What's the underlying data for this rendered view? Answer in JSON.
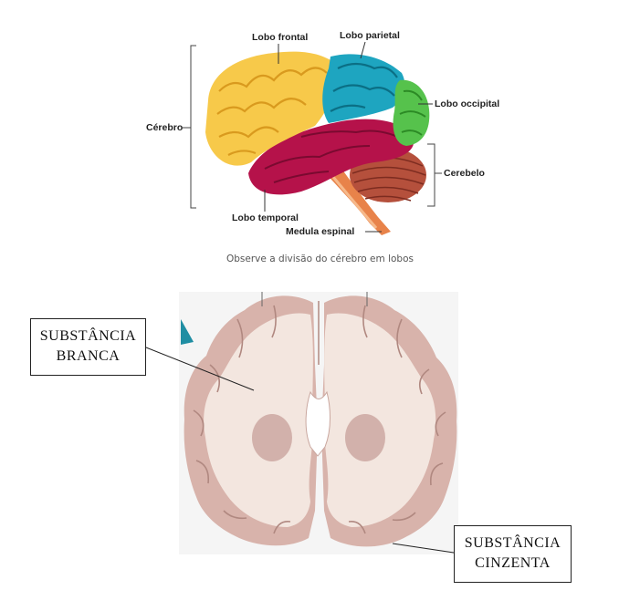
{
  "lobes_figure": {
    "labels": {
      "frontal": "Lobo frontal",
      "parietal": "Lobo parietal",
      "occipital": "Lobo occipital",
      "cerebro": "Cérebro",
      "cerebelo": "Cerebelo",
      "temporal": "Lobo temporal",
      "medula": "Medula espinal"
    },
    "colors": {
      "frontal": "#f7c94a",
      "parietal": "#1ea5c0",
      "occipital": "#56c24c",
      "temporal": "#b5124a",
      "cerebelo": "#b5503c",
      "medula": "#e8834a"
    },
    "caption": "Observe a divisão do cérebro em lobos"
  },
  "section_figure": {
    "white_matter_label": [
      "SUBSTÂNCIA",
      "BRANCA"
    ],
    "gray_matter_label": [
      "SUBSTÂNCIA",
      "CINZENTA"
    ],
    "colors": {
      "gray_matter": "#d8b3ab",
      "white_matter": "#f3e6df",
      "background": "#f5f5f5"
    }
  }
}
